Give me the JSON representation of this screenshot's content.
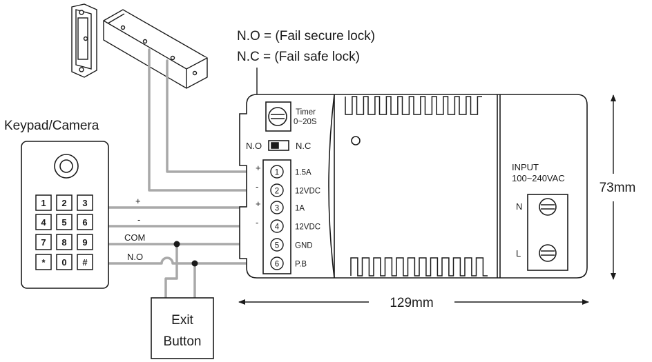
{
  "notes": {
    "no_line": "N.O = (Fail secure lock)",
    "nc_line": "N.C = (Fail safe lock)"
  },
  "keypad": {
    "title": "Keypad/Camera",
    "keys": [
      "1",
      "2",
      "3",
      "4",
      "5",
      "6",
      "7",
      "8",
      "9",
      "*",
      "0",
      "#"
    ]
  },
  "keypad_wires": {
    "plus": "+",
    "minus": "-",
    "com": "COM",
    "no": "N.O"
  },
  "exit_button": {
    "line1": "Exit",
    "line2": "Button"
  },
  "psu": {
    "timer_label": "Timer",
    "timer_range": "0~20S",
    "switch_left": "N.O",
    "switch_right": "N.C",
    "terminals": [
      {
        "num": "1",
        "label": "1.5A",
        "sign": "+"
      },
      {
        "num": "2",
        "label": "12VDC",
        "sign": "-"
      },
      {
        "num": "3",
        "label": "1A",
        "sign": "+"
      },
      {
        "num": "4",
        "label": "12VDC",
        "sign": "-"
      },
      {
        "num": "5",
        "label": "GND",
        "sign": ""
      },
      {
        "num": "6",
        "label": "P.B",
        "sign": ""
      }
    ],
    "input_title": "INPUT",
    "input_range": "100~240VAC",
    "input_n": "N",
    "input_l": "L"
  },
  "dimensions": {
    "width": "129mm",
    "height": "73mm"
  },
  "colors": {
    "wire": "#a9a9a9",
    "line": "#1a1a1a",
    "background": "#ffffff"
  }
}
